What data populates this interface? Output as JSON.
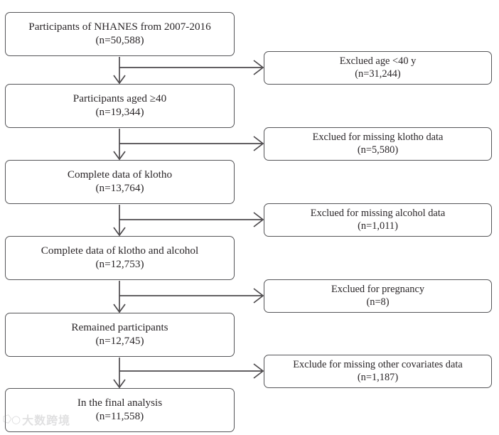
{
  "figure": {
    "type": "flow-diagram",
    "title": "Participant selection flow diagram",
    "orientation": "vertical-with-right-exclusions",
    "colors": {
      "box_border": "#555558",
      "connector": "#4d4a4d",
      "text": "#2a2628",
      "background": "#ffffff"
    }
  },
  "main_nodes": [
    {
      "id": "node-source-population",
      "name": "source-population-box",
      "line1": "Participants of NHANES from 2007-2016",
      "line2": "(n=50,588)",
      "n": 50588
    },
    {
      "id": "node-aged-40",
      "name": "aged-40-box",
      "line1": "Participants aged ≥40",
      "line2": "(n=19,344)",
      "n": 19344
    },
    {
      "id": "node-complete-klotho",
      "name": "complete-klotho-box",
      "line1": "Complete data of klotho",
      "line2": "(n=13,764)",
      "n": 13764
    },
    {
      "id": "node-complete-klotho-alcohol",
      "name": "complete-klotho-alcohol-box",
      "line1": "Complete data of klotho and alcohol",
      "line2": "(n=12,753)",
      "n": 12753
    },
    {
      "id": "node-remained",
      "name": "remained-participants-box",
      "line1": "Remained participants",
      "line2": "(n=12,745)",
      "n": 12745
    },
    {
      "id": "node-final",
      "name": "final-analysis-box",
      "line1": "In the final analysis",
      "line2": "(n=11,558)",
      "n": 11558
    }
  ],
  "exclusion_nodes": [
    {
      "id": "excl-age",
      "name": "exclusion-age-box",
      "line1": "Exclued age <40 y",
      "line2": "(n=31,244)",
      "n": 31244
    },
    {
      "id": "excl-klotho",
      "name": "exclusion-missing-klotho-box",
      "line1": "Exclued for missing klotho data",
      "line2": "(n=5,580)",
      "n": 5580
    },
    {
      "id": "excl-alcohol",
      "name": "exclusion-missing-alcohol-box",
      "line1": "Exclued for missing alcohol data",
      "line2": "(n=1,011)",
      "n": 1011
    },
    {
      "id": "excl-pregnancy",
      "name": "exclusion-pregnancy-box",
      "line1": "Exclued for pregnancy",
      "line2": "(n=8)",
      "n": 8
    },
    {
      "id": "excl-covariates",
      "name": "exclusion-missing-covariates-box",
      "line1": "Exclude for missing other covariates data",
      "line2": "(n=1,187)",
      "n": 1187
    }
  ],
  "watermark": {
    "mark": "⭔○",
    "text": "大数跨境"
  }
}
